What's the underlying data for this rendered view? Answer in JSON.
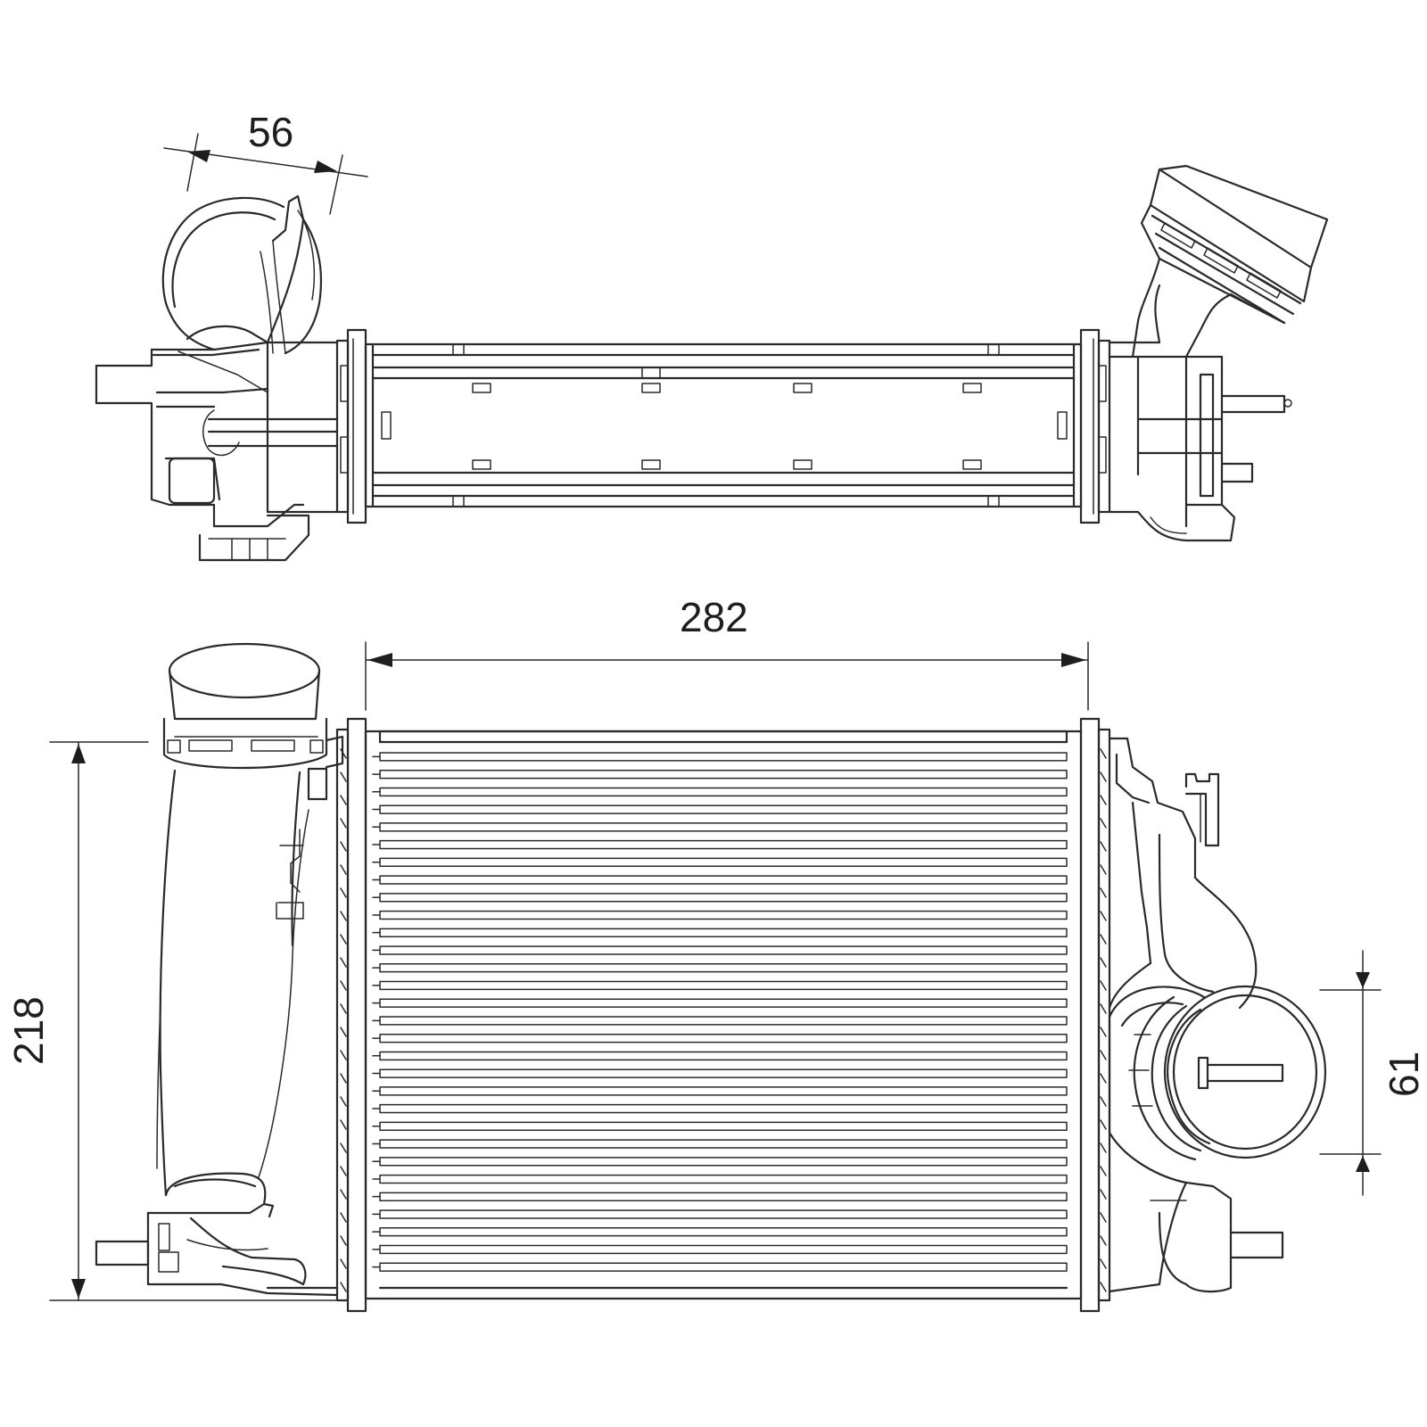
{
  "dimensions": {
    "top_connector_width": "56",
    "core_width": "282",
    "overall_height": "218",
    "outlet_diameter": "61"
  }
}
